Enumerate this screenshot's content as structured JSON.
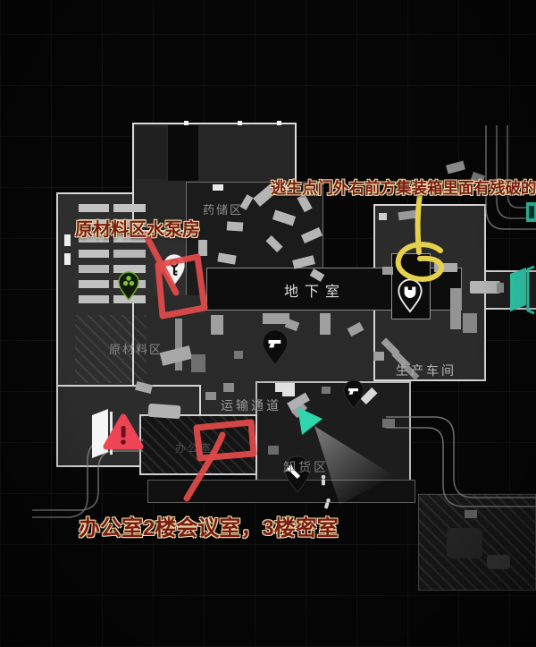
{
  "annotations": {
    "top_note": "逃生点门外右前方集装箱里面有残破的",
    "pump_note": "原材料区水泵房",
    "office_note": "办公室2楼会议室，3楼密室",
    "ink_red": "#e34b4b",
    "ink_yellow": "#e6d14c",
    "note_fill": "#7a1c13",
    "note_outline": "#ecdfae"
  },
  "map": {
    "labels": {
      "pharmacy": "药储区",
      "basement": "地下室",
      "raw_materials": "原材料区",
      "transport": "运输通道",
      "production": "生产车间",
      "unloading": "卸货区",
      "office": "办公室"
    },
    "icons": {
      "key_pin": "key-marker",
      "radiation_pin": "radiation-marker",
      "pistol_pin_upper": "pistol-marker",
      "pistol_pin_lower": "pistol-marker",
      "armor_pin": "armor-marker",
      "flashlight_pin": "flashlight-marker",
      "white_door": "door-marker",
      "teal_exit_door": "exit-door-marker",
      "hazard_triangle": "warning-marker",
      "spawn_triangle": "spawn-marker"
    },
    "colors": {
      "teal": "#2fd0b0",
      "warning_red": "#ee4556",
      "radiation_green": "#7fc23c",
      "wall_white": "#e2e2e2"
    }
  }
}
